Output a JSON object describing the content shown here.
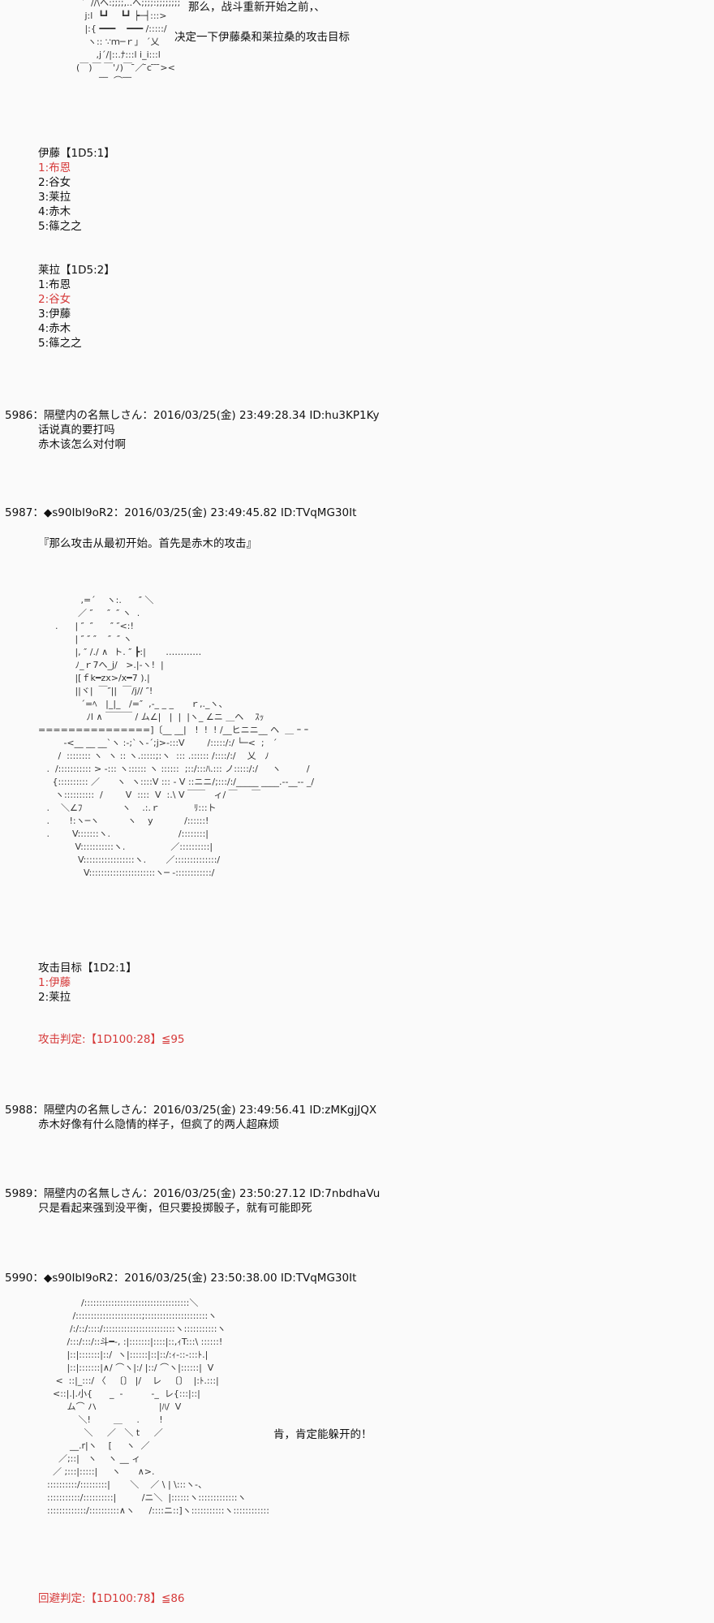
{
  "aa1": {
    "art": "      ゛//\\へ:;;;;,..へ;;;;:;;;;;;;;\n       j:l  ┗┛    ┗┛ ┝─┤:::>\n       |:{ ━━━    ━━━ /:::::/\n        ヽ:: ∵ｍ─ｒ」 ´乂\n           ,j´/|::.ﾅ:::l i_i:::l\n    (￣)￣ ￣'ﾉ)￣ ̄／ ̄c ̄ ̄ ̄><\n            ‾‾  ⌒‾‾",
    "line1": "那么，战斗重新开始之前，、",
    "line2": "决定一下伊藤桑和莱拉桑的攻击目标"
  },
  "ito": {
    "header": "伊藤【1D5:1】",
    "items": [
      "1:布恩",
      "2:谷女",
      "3:莱拉",
      "4:赤木",
      "5:篠之之"
    ]
  },
  "laila": {
    "header": "莱拉【1D5:2】",
    "items": [
      "1:布恩",
      "2:谷女",
      "3:伊藤",
      "4:赤木",
      "5:篠之之"
    ]
  },
  "post5986": {
    "header": "5986：隔壁内の名無しさん：2016/03/25(金) 23:49:28.34 ID:hu3KP1Ky",
    "lines": [
      "话说真的要打吗",
      "赤木该怎么对付啊"
    ]
  },
  "post5987": {
    "header": "5987：◆s90IbI9oR2：2016/03/25(金) 23:49:45.82 ID:TVqMG30It",
    "intro": "『那么攻击从最初开始。首先是赤木的攻击』",
    "aa": "                 ,=´    ヽ:.      ″ ＼\n                ／ ″     ″  ″ ヽ  .\n        .      | ″  ″      ″ ″<:!\n               | ″ ″ ″    ″  ″ ヽ\n               |, ″ /./ ∧  ト. ″ ┣:|       …………\n               ﾉ_ｒ7へ_j/   >.|-ヽ!  |\n               |[ｆk━zx>/x━7 ).|\n               ||ヾ|  ￣″||  ￣/j// ″!\n                 ´=ﾍ   |_|_   /=″  ,-_ _ _      ｒ,._ヽ、\n                   ﾉl ∧ ￣￣￣ / ム∠|   |  |  |ヽ_ ∠ニ ＿ヘ    ｽｯ\n  ===============]〔__ __|   !  !  ! /__ヒニニ__ ヘ  ＿ ｰ ｰ\n           -<__ __ __`ヽ :-;`ヽ-´;j>-:::V        /:::::/:/ └─<  ;   ´\n         /  :::::::: ヽ  ヽ :: ヽ.:::::;:ヽ  ::: .:::::: /::::/:/    乂   ﾉ\n     .  /::::::::::: > -::: ヽ:::::: ヽ ::::::  ;::/:::ﾊ.::: ノ:::::/:/     ヽ         /\n       {:::::::::: ／      ヽ  ヽ::::V ::: - V ::ニニ/;:::/:/_____ ____.--__-- _/\n        ヽ::::::::::  /        V  ::::  V  :.\\ V ￣￣   ィ/ ￣     ￣\n     .    ＼∠ﾌ              ヽ    .:.ｒ            ﾘ:::ト\n     .       !:ヽ─ヽ          ヽ    y           /::::::!\n     .        V:::::::ヽ.                        /::::::::|\n               V:::::::::::ヽ.                ／::::::::::|\n                V:::::::::::::::::ヽ.       ／::::::::::::::/\n                  V::::::::::::::::::::::ヽ─ -::::::::::::/",
    "target_header": "攻击目标【1D2:1】",
    "targets": [
      "1:伊藤",
      "2:莱拉"
    ],
    "judgement": "攻击判定:【1D100:28】≦95"
  },
  "post5988": {
    "header": "5988：隔壁内の名無しさん：2016/03/25(金) 23:49:56.41 ID:zMKgjJQX",
    "lines": [
      "赤木好像有什么隐情的样子，但疯了的两人超麻烦"
    ]
  },
  "post5989": {
    "header": "5989：隔壁内の名無しさん：2016/03/25(金) 23:50:27.12 ID:7nbdhaVu",
    "lines": [
      "只是看起来强到没平衡，但只要投掷骰子，就有可能即死"
    ]
  },
  "post5990": {
    "header": "5990：◆s90IbI9oR2：2016/03/25(金) 23:50:38.00 ID:TVqMG30It",
    "aa": "                /:::::::::::::::::::::::::::::::::::＼\n             /::::::::::::::::::::::;:::::::::::::::::::::ヽ\n            /:/::/::::/::::::::::::::::::::::::ヽ:::::::::::ヽ\n           /:::/:::/::斗━-, :|:::::::|::::|::,ｨT:::\\ ::::::!\n           |::|:::::::|::/  ヽ|::::::|::|::/:ｨ-::-:::ﾄ.|\n           |::|:::::::|∧/ ⌒ヽ|:/ |::/ ⌒ヽ|::::::|  V\n       <  ::|_:::/ 〈   〔〕 |/    レ   〔〕  |:ﾄ.:::|\n      <::|.|.小{      _  -          -_  レ{:::|::|\n           ム⌒ ハ                      |ﾊ/  V\n               ＼!        ＿     .       !\n                 ＼     ／   ＼ t     ／\n            __.r|ヽ    [     ヽ  ／\n        ／;::|   ヽ    ヽ __ ィ\n      ／ ;:::|:::::|     ヽ      ∧>.\n    ::::::::::/:::::::::|       ＼    ／ \\ | \\:::ヽ-、\n    :::::::::::/::::::::::|         /ニ＼  |::::::ヽ:::::::::::::ヽ\n    :::::::::::::/::::::::::∧ヽ     /::::ニ::]ヽ:::::::::::ヽ::::::::::::",
    "speech": "肯，肯定能躲开的！",
    "judgement": "回避判定:【1D100:78】≦86"
  }
}
